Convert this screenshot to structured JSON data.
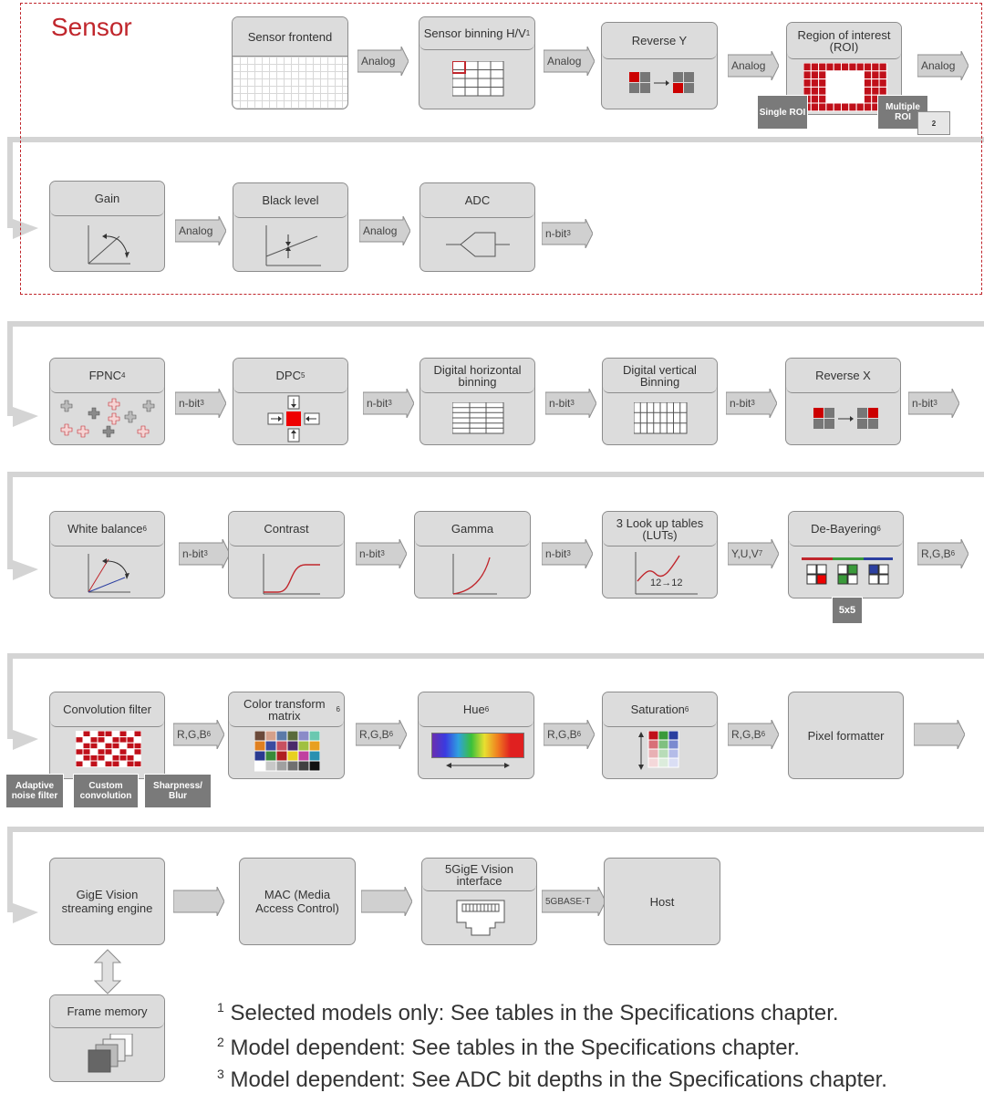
{
  "sensor_title": "Sensor",
  "blocks": {
    "sensor_frontend": "Sensor frontend",
    "sensor_binning": "Sensor binning H/V",
    "sensor_binning_sup": "1",
    "reverse_y": "Reverse Y",
    "roi": "Region of interest (ROI)",
    "gain": "Gain",
    "black_level": "Black level",
    "adc": "ADC",
    "fpnc": "FPNC",
    "fpnc_sup": "4",
    "dpc": "DPC",
    "dpc_sup": "5",
    "digital_h_binning": "Digital horizontal binning",
    "digital_v_binning": "Digital vertical Binning",
    "reverse_x": "Reverse X",
    "white_balance": "White balance",
    "white_balance_sup": "6",
    "contrast": "Contrast",
    "gamma": "Gamma",
    "luts": "3 Look up tables (LUTs)",
    "luts_label": "12→12",
    "debayering": "De-Bayering",
    "debayering_sup": "6",
    "convolution": "Convolution filter",
    "color_matrix": "Color transform matrix",
    "color_matrix_sup": "6",
    "hue": "Hue",
    "hue_sup": "6",
    "saturation": "Saturation",
    "saturation_sup": "6",
    "pixel_formatter": "Pixel formatter",
    "gige_engine": "GigE Vision streaming engine",
    "mac": "MAC (Media Access Control)",
    "vision_interface": "5GigE Vision interface",
    "host": "Host",
    "frame_memory": "Frame memory"
  },
  "tags": {
    "single_roi": "Single ROI",
    "multiple_roi": "Multiple ROI",
    "multiple_roi_note": "2",
    "kernel": "5x5",
    "adaptive_noise": "Adaptive noise filter",
    "custom_convolution": "Custom convolution",
    "sharpness_blur": "Sharpness/ Blur"
  },
  "signals": {
    "analog": "Analog",
    "nbit": "n-bit",
    "nbit_sup": "3",
    "yuv": "Y,U,V",
    "yuv_sup": "7",
    "rgb": "R,G,B",
    "rgb_sup": "6",
    "base_t": "5GBASE-T"
  },
  "footnotes": {
    "n1": "1",
    "t1": " Selected models only: See tables in the Specifications chapter.",
    "n2": "2",
    "t2": " Model dependent: See tables in the Specifications chapter.",
    "n3": "3",
    "t3": " Model dependent: See ADC bit depths in the Specifications chapter."
  },
  "colors": {
    "accent_red": "#c0262c",
    "block_fill": "#dcdcdc",
    "arrow_fill": "#d0d0d0",
    "tag_fill": "#7a7a7a"
  }
}
